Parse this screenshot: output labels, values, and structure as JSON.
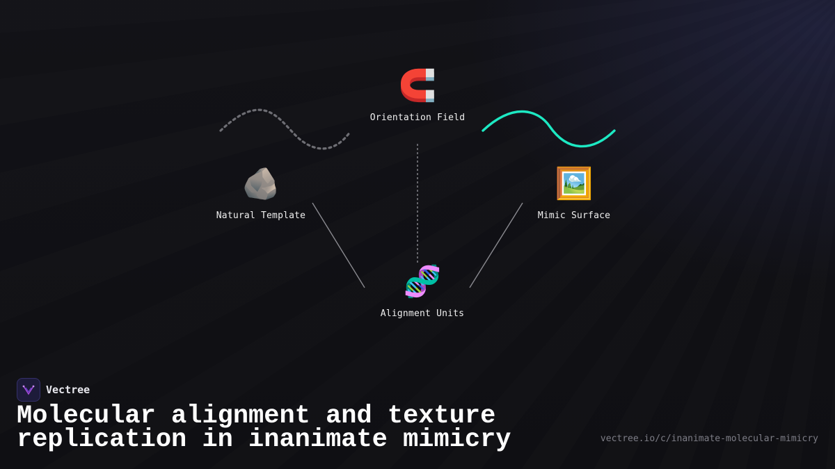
{
  "diagram": {
    "nodes": [
      {
        "id": "orientation",
        "icon": "magnet-icon",
        "glyph": "🧲",
        "label": "Orientation Field"
      },
      {
        "id": "natural",
        "icon": "rock-icon",
        "glyph": "🪨",
        "label": "Natural Template"
      },
      {
        "id": "mimic",
        "icon": "framed-picture-icon",
        "glyph": "🖼️",
        "label": "Mimic Surface"
      },
      {
        "id": "alignment",
        "icon": "dna-icon",
        "glyph": "🧬",
        "label": "Alignment Units"
      }
    ],
    "edges": [
      {
        "from": "natural",
        "to": "alignment",
        "style": "solid"
      },
      {
        "from": "mimic",
        "to": "alignment",
        "style": "solid"
      },
      {
        "from": "orientation",
        "to": "alignment",
        "style": "dashed"
      }
    ],
    "waves": [
      {
        "side": "left",
        "style": "dotted",
        "color": "#6e6e74"
      },
      {
        "side": "right",
        "style": "solid",
        "color": "#1de9c3"
      }
    ]
  },
  "brand": {
    "name": "Vectree",
    "logo": "vectree-logo-icon"
  },
  "title": "Molecular alignment and texture replication in inanimate mimicry",
  "url": "vectree.io/c/inanimate-molecular-mimicry",
  "colors": {
    "background": "#111116",
    "accent": "#1de9c3",
    "logo_bg": "#1d1b3a",
    "logo_mark": "#a24ad6"
  }
}
